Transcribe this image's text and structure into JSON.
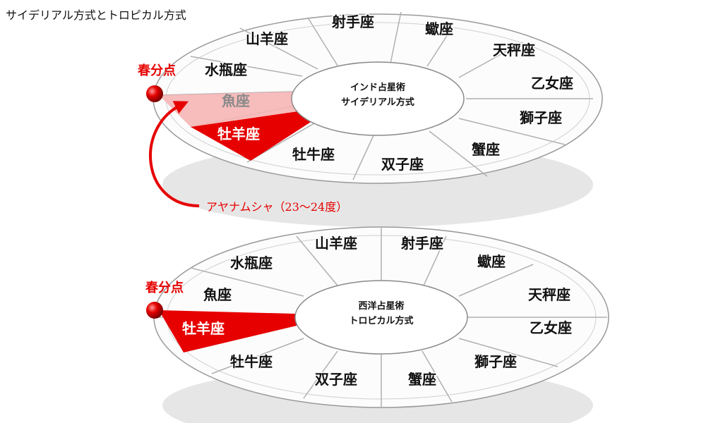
{
  "title": "サイデリアル方式とトロピカル方式",
  "sidereal": {
    "center_lines": [
      "インド占星術",
      "サイデリアル方式"
    ],
    "equinox_label": "春分点",
    "ayanamsa_label": "アヤナムシャ（23～24度）",
    "signs": [
      "山羊座",
      "射手座",
      "蠍座",
      "天秤座",
      "乙女座",
      "獅子座",
      "蟹座",
      "双子座",
      "牡牛座",
      "牡羊座",
      "魚座",
      "水瓶座"
    ]
  },
  "tropical": {
    "center_lines": [
      "西洋占星術",
      "トロピカル方式"
    ],
    "equinox_label": "春分点",
    "signs": [
      "山羊座",
      "射手座",
      "蠍座",
      "天秤座",
      "乙女座",
      "獅子座",
      "蟹座",
      "双子座",
      "牡牛座",
      "牡羊座",
      "魚座",
      "水瓶座"
    ]
  },
  "colors": {
    "accent": "#e60000",
    "faded_wedge": "#f6b5b5"
  }
}
